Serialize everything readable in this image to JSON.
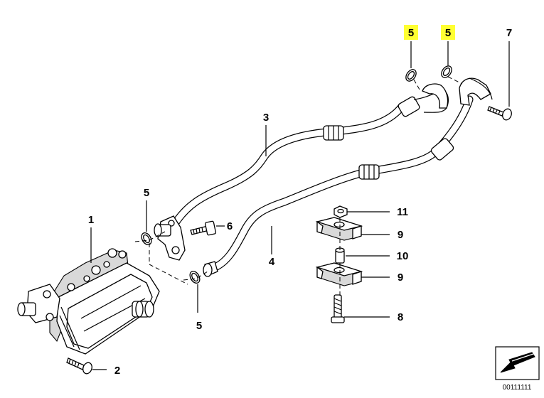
{
  "callouts": [
    {
      "id": "c-5-a",
      "text": "5",
      "highlight": true
    },
    {
      "id": "c-5-b",
      "text": "5",
      "highlight": true
    },
    {
      "id": "c-7",
      "text": "7",
      "highlight": false
    },
    {
      "id": "c-3",
      "text": "3",
      "highlight": false
    },
    {
      "id": "c-5-c",
      "text": "5",
      "highlight": false
    },
    {
      "id": "c-1",
      "text": "1",
      "highlight": false
    },
    {
      "id": "c-6",
      "text": "6",
      "highlight": false
    },
    {
      "id": "c-4",
      "text": "4",
      "highlight": false
    },
    {
      "id": "c-11",
      "text": "11",
      "highlight": false
    },
    {
      "id": "c-9-a",
      "text": "9",
      "highlight": false
    },
    {
      "id": "c-10",
      "text": "10",
      "highlight": false
    },
    {
      "id": "c-9-b",
      "text": "9",
      "highlight": false
    },
    {
      "id": "c-5-d",
      "text": "5",
      "highlight": false
    },
    {
      "id": "c-8",
      "text": "8",
      "highlight": false
    },
    {
      "id": "c-2",
      "text": "2",
      "highlight": false
    }
  ],
  "diagram_code": "00111111",
  "highlight_color": "#ffff33"
}
